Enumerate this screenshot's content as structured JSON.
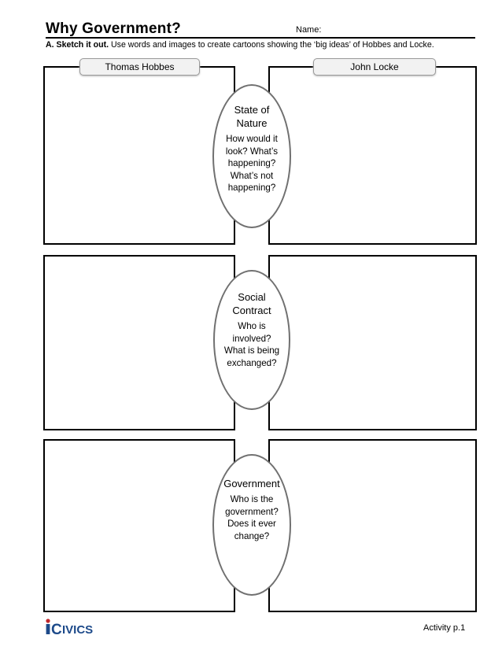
{
  "header": {
    "title": "Why Government?",
    "name_label": "Name:",
    "instructions_bold": "A. Sketch it out.",
    "instructions_text": " Use words and images to create cartoons showing  the ‘big ideas’ of Hobbes and Locke."
  },
  "columns": {
    "left": "Thomas Hobbes",
    "right": "John Locke"
  },
  "rows": [
    {
      "title_line1": "State of",
      "title_line2": "Nature",
      "prompt": [
        "How would it",
        "look? What’s",
        "happening?",
        "What’s not",
        "happening?"
      ]
    },
    {
      "title_line1": "Social",
      "title_line2": "Contract",
      "prompt": [
        "Who is",
        "involved?",
        "What is being",
        "exchanged?"
      ]
    },
    {
      "title_line1": "Government",
      "title_line2": "",
      "prompt": [
        "Who is the",
        "government?",
        "Does it ever",
        "change?"
      ]
    }
  ],
  "footer": {
    "logo_text": "iCivics",
    "activity": "Activity p.1"
  },
  "colors": {
    "logo_blue": "#1d4a8a",
    "logo_red": "#c0282d"
  }
}
